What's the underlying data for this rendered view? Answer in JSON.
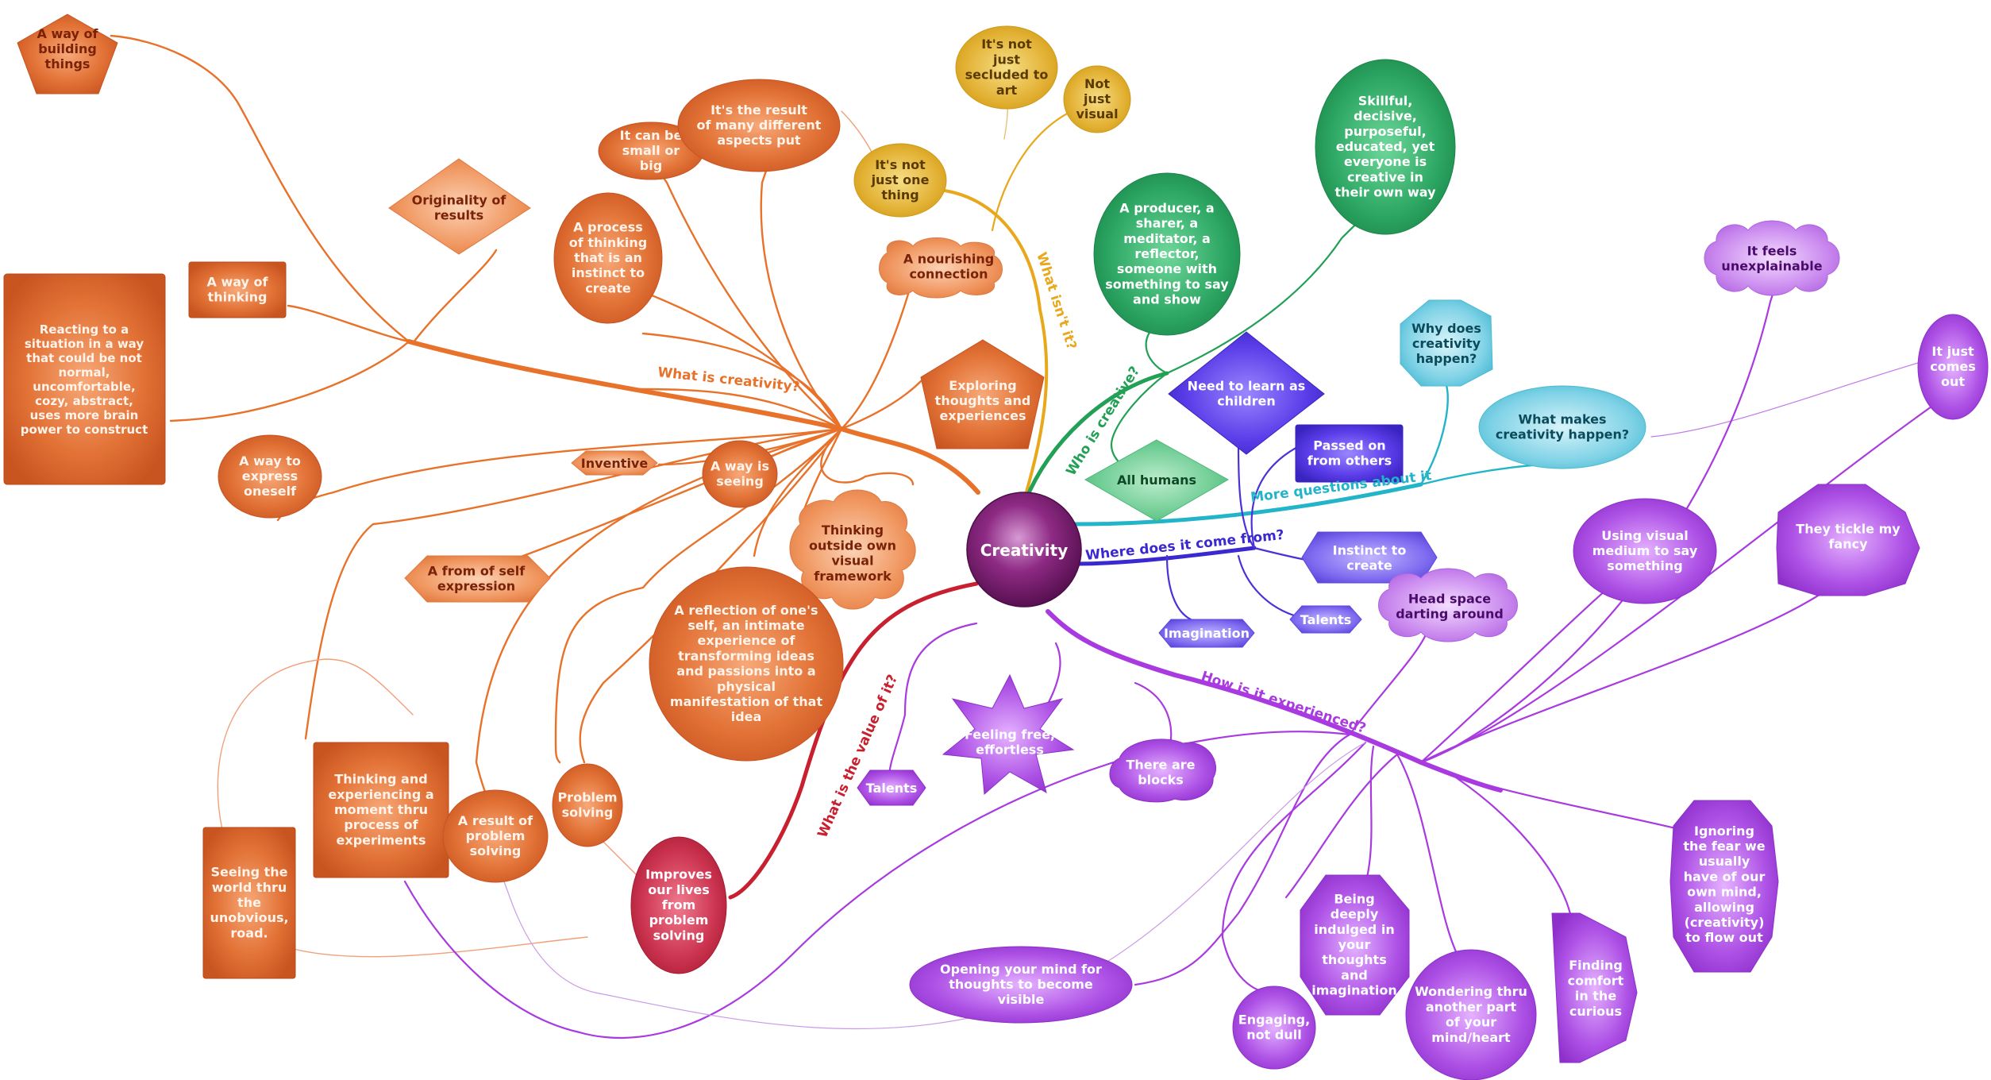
{
  "center": {
    "label": "Creativity"
  },
  "branches": [
    {
      "key": "what",
      "label": "What is creativity?",
      "color": "#e8722a"
    },
    {
      "key": "isnt",
      "label": "What isn't it?",
      "color": "#e8a81c"
    },
    {
      "key": "who",
      "label": "Who is creative?",
      "color": "#22a055"
    },
    {
      "key": "more",
      "label": "More questions about it",
      "color": "#22b4c8"
    },
    {
      "key": "where",
      "label": "Where does it come from?",
      "color": "#4a32d8"
    },
    {
      "key": "value",
      "label": "What is the value of it?",
      "color": "#c8202e"
    },
    {
      "key": "how",
      "label": "How is it experienced?",
      "color": "#a83ae0"
    }
  ],
  "nodes": {
    "what": [
      "A way of building things",
      "Reacting to a situation in a way that could be not normal, uncomfortable, cozy, abstract, uses more brain power to construct",
      "A way of thinking",
      "Originality of results",
      "It can be small or big",
      "It's the result of many different aspects put",
      "A process of thinking that is an instinct to create",
      "A nourishing connection",
      "Exploring thoughts and experiences",
      "A way to express oneself",
      "Inventive",
      "A way is seeing",
      "Thinking outside own visual framework",
      "A from of self expression",
      "A reflection of one's self, an intimate experience of transforming ideas and passions into a physical manifestation of that idea",
      "Thinking and experiencing a moment thru process of experiments",
      "A result of problem solving",
      "Problem solving",
      "Seeing the world thru the unobvious, road."
    ],
    "isnt": [
      "It's not just secluded to art",
      "Not just visual",
      "It's not just one thing"
    ],
    "who": [
      "A producer, a sharer, a meditator, a reflector, someone with something to say and show",
      "Skillful, decisive, purposeful, educated, yet everyone is creative in their own way",
      "All humans"
    ],
    "more": [
      "Why does creativity happen?",
      "What makes creativity happen?"
    ],
    "where": [
      "Need to learn as children",
      "Passed on from others",
      "Instinct to create",
      "Imagination",
      "Talents"
    ],
    "value": [
      "Improves our lives from problem solving"
    ],
    "how": [
      "It feels unexplainable",
      "It just comes out",
      "They tickle my fancy",
      "Using visual medium to say something",
      "Head space darting around",
      "Feeling free, effortless",
      "There are blocks",
      "Talents",
      "Opening your mind for thoughts to become visible",
      "Engaging, not dull",
      "Being deeply indulged in your thoughts and imagination",
      "Wondering thru another part of your mind/heart",
      "Finding comfort in the curious",
      "Ignoring the fear we usually have of our own mind, allowing (creativity) to flow out"
    ]
  },
  "colors": {
    "orange": "#d4622a",
    "orange_light": "#f29a6a",
    "gold": "#d9a520",
    "green": "#1f9050",
    "cyan": "#3ab7d0",
    "blue": "#4a34d8",
    "red": "#b8203a",
    "purple": "#9b35d0",
    "purple_light": "#c27ae8",
    "center": "#6a1060"
  }
}
